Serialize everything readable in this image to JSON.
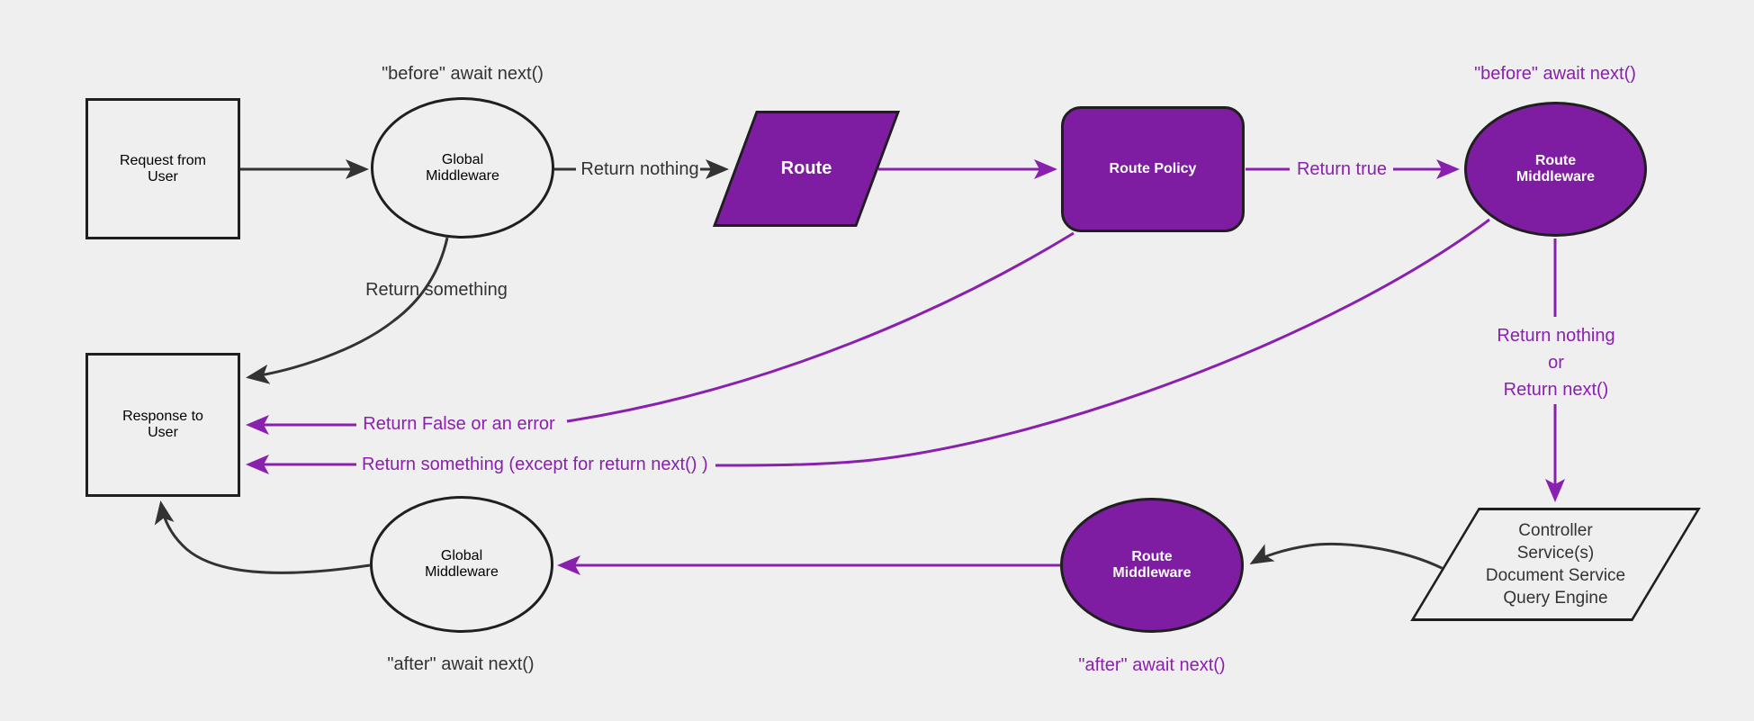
{
  "colors": {
    "background": "#efefef",
    "purple_fill": "#7e1ca2",
    "purple_line": "#8a20ae",
    "dark_line": "#333333",
    "dark_text": "#333333",
    "shape_border": "#1f1f1f",
    "white_text": "#ffffff"
  },
  "nodes": {
    "request": {
      "label": "Request from\nUser"
    },
    "global_middleware_top": {
      "label": "Global\nMiddleware"
    },
    "route": {
      "label": "Route"
    },
    "route_policy": {
      "label": "Route Policy"
    },
    "route_middleware_top": {
      "label": "Route\nMiddleware"
    },
    "controller": {
      "label": "Controller\nService(s)\nDocument Service\nQuery Engine"
    },
    "route_middleware_bottom": {
      "label": "Route\nMiddleware"
    },
    "global_middleware_bottom": {
      "label": "Global\nMiddleware"
    },
    "response": {
      "label": "Response to\nUser"
    }
  },
  "edge_labels": {
    "before_await_next_top": "\"before\" await next()",
    "return_nothing": "Return nothing",
    "return_true": "Return true",
    "before_await_next_right": "\"before\" await next()",
    "return_nothing_or_next": "Return nothing\nor\nReturn next()",
    "return_something": "Return something",
    "return_false_or_error": "Return False or an error",
    "return_something_except": "Return something (except for return next() )",
    "after_await_next_purple": "\"after\" await next()",
    "after_await_next_black": "\"after\" await next()"
  }
}
